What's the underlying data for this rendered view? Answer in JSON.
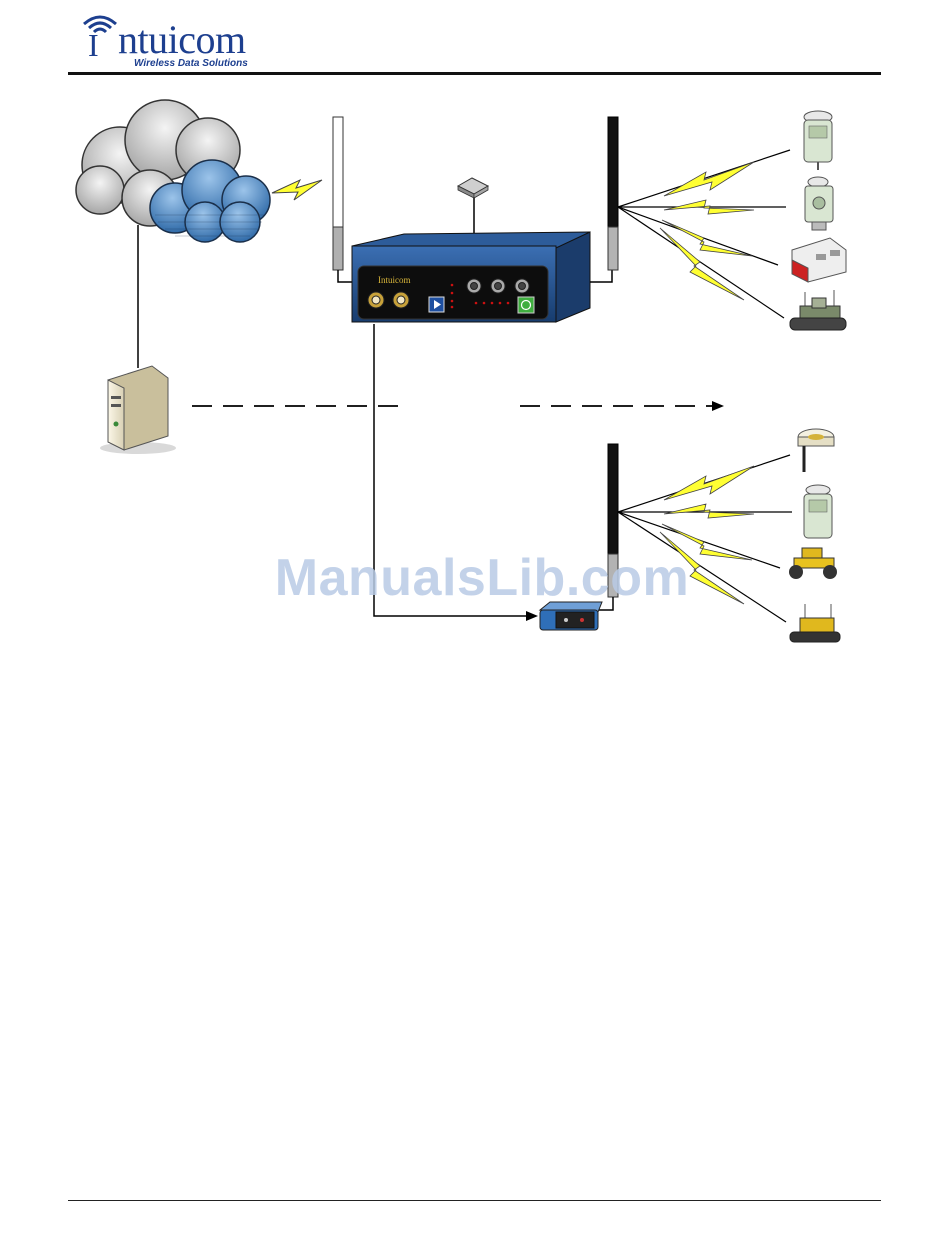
{
  "header": {
    "brand_name": "ntuicom",
    "brand_initial": "I",
    "tagline": "Wireless Data Solutions"
  },
  "device": {
    "brand_label": "Intuicom"
  },
  "watermark": {
    "text": "ManualsLib.com"
  },
  "colors": {
    "brand_blue": "#1d3f8f",
    "lightning_yellow": "#ffff33",
    "device_blue": "#1f4f8f",
    "led_red": "#cc1111"
  },
  "icons": [
    "cloud-icon",
    "server-icon",
    "antenna-icon",
    "gps-antenna-icon",
    "radio-device-icon",
    "gps-receiver-icon",
    "total-station-icon",
    "machine-icon",
    "bulldozer-icon",
    "roller-icon",
    "lightning-icon"
  ]
}
